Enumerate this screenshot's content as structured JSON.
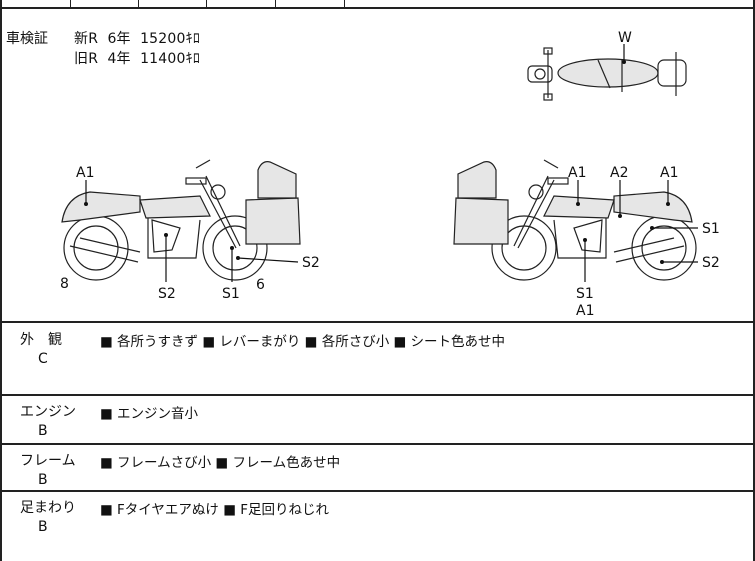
{
  "registration": {
    "label": "車検証",
    "lines": [
      {
        "type": "新R",
        "years": "6年",
        "weight": "15200ｷﾛ"
      },
      {
        "type": "旧R",
        "years": "4年",
        "weight": "11400ｷﾛ"
      }
    ]
  },
  "diagram_labels": {
    "top_view": "W",
    "left_bike": {
      "a1": "A1",
      "s2_right": "S2",
      "s2_bottom": "S2",
      "s1": "S1",
      "num_6": "6",
      "num_8": "8"
    },
    "right_bike": {
      "a1_left": "A1",
      "a2": "A2",
      "a1_right": "A1",
      "s1_right": "S1",
      "s2_right": "S2",
      "s1_bottom": "S1",
      "a1_bottom": "A1"
    }
  },
  "conditions": [
    {
      "title": "外　観",
      "grade": "C",
      "text": "■ 各所うすきず ■ レバーまがり ■ 各所さび小 ■ シート色あせ中"
    },
    {
      "title": "エンジン",
      "grade": "B",
      "text": "■ エンジン音小"
    },
    {
      "title": "フレーム",
      "grade": "B",
      "text": "■ フレームさび小 ■ フレーム色あせ中"
    },
    {
      "title": "足まわり",
      "grade": "B",
      "text": "■ Fタイヤエアぬけ ■ F足回りねじれ"
    }
  ]
}
